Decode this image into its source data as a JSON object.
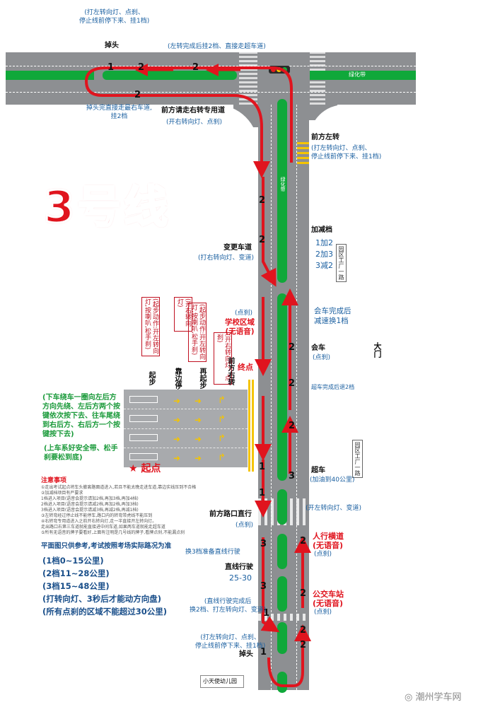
{
  "title": "3号线",
  "start_label": "起点",
  "end_label": "终点",
  "green_belt": "绿化带",
  "green_belt_v": "绿化带",
  "gate": "大门",
  "kindergarten": "小天使幼儿园",
  "watermark": "潮州学车网",
  "top": {
    "turnaround": "掉头",
    "turnaround_note": "(打左转向灯、点刹、\n停止线前停下来、挂1档)",
    "left_turn_note": "(左转完成后挂2档、直接走超车道)",
    "after_turn_note": "掉头完直接走最右车道,\n挂2档",
    "right_lane": "前方请走右转专用道",
    "right_lane_note": "(开右转向灯、点刹)"
  },
  "right_labels": {
    "left_turn": "前方左转",
    "left_turn_note": "(打左转向灯、点刹、\n停止线前停下来、挂1档)",
    "accel": "加减档",
    "accel_steps": [
      "1加2",
      "2加3",
      "3减2"
    ],
    "meet_done": "会车完成后\n减速换1档",
    "meet": "会车",
    "meet_note": "(点刹)",
    "overtake_done": "超车完成后退2档",
    "overtake": "超车",
    "overtake_note": "(加油到40公里)",
    "overtake_signal": "(开左转向灯、变道)",
    "crosswalk": "人行横道\n(无语音)",
    "crosswalk_note": "(点刹)",
    "bus_stop": "公交车站\n(无语音)",
    "bus_note": "(点刹)",
    "road_sign_1": "园区工厂一路",
    "road_sign_2": "园区工厂一路"
  },
  "left_labels": {
    "change_lane": "变更车道",
    "change_lane_note": "(打右转向灯、变道)",
    "school": "学校区域\n(无语音)",
    "school_note": "(点刹)",
    "straight_ahead": "前方路口直行",
    "straight_note": "(点刹)",
    "gear3_ready": "换3档准备直线行驶",
    "straight_drive": "直线行驶",
    "speed": "25-30",
    "straight_done": "(直线行驶完成后\n换2档、打左转向灯、变道)",
    "final_turnaround_note": "(打左转向灯、点刹、\n停止线前停下来、挂1档)",
    "final_turnaround": "掉头"
  },
  "steps": {
    "qibu": "起步",
    "kaobian": "靠边停车",
    "zaiqibu": "再起步",
    "right_turn": "前方右转",
    "qibu_note": "(起步动作:开左转向灯,按喇叭,松手刹)",
    "kaobian_note": "(开右转向灯)",
    "zaiqibu_note": "(起步动作:开左转向灯,按喇叭,松手刹)",
    "right_turn_note": "(开右转向灯、点刹)"
  },
  "green_notes": [
    "(下车绕车一圈向左后方\n方向先绕、左后方两个按\n键依次按下去、往车尾绕\n到右后方、右后方一个按\n键按下去)",
    "(上车系好安全带、松手\n刹要松到底)"
  ],
  "notes_title": "注意事项",
  "notes": [
    "①走出考试起点将车头撤离路面道进入,若且不能太晚走进车道,靠边实线压到不合格",
    "②加减档项目有严要求",
    "   1档进入项目(语音会提示请加2档,再加3档,再加4档)",
    "   2档进入项目(语音会提示请减2档,再加2档,再加3档)",
    "   3档进入项目(语音会提示请减3档,再减2档,再减1档)",
    "③左转弯经过停止线不能停车,路口内的转弯带虎线不能压到",
    "④右转弯专用道进入之前开右转向灯,走一半直接开左转向灯。",
    "   走出路口右第三车道就能直接进中间车道,如果两车道就能走超车道",
    "⑤所有无语音的牌子要看好,上面有注明是几号线的牌子,看牌点刹,不能漏点刹"
  ],
  "warning": "平面图只供参考,考试按照考场实际路况为准",
  "gears": [
    "(1档0~15公里)",
    "(2档11~28公里)",
    "(3档15~48公里)",
    "(打转向灯、3秒后才能动方向盘)",
    "(所有点刹的区域不能超过30公里)"
  ],
  "lane_numbers": {
    "top": [
      "1",
      "2",
      "2",
      "2"
    ],
    "left": [
      "2",
      "2",
      "1",
      "1",
      "3",
      "3",
      "1",
      "1"
    ],
    "right": [
      "2",
      "2",
      "2",
      "3",
      "2",
      "2",
      "2",
      "2"
    ]
  },
  "colors": {
    "road": "#8d8f92",
    "green_belt": "#10a83a",
    "route": "#e0141e",
    "title": "#e0141e",
    "label": "#1a5fa0"
  }
}
